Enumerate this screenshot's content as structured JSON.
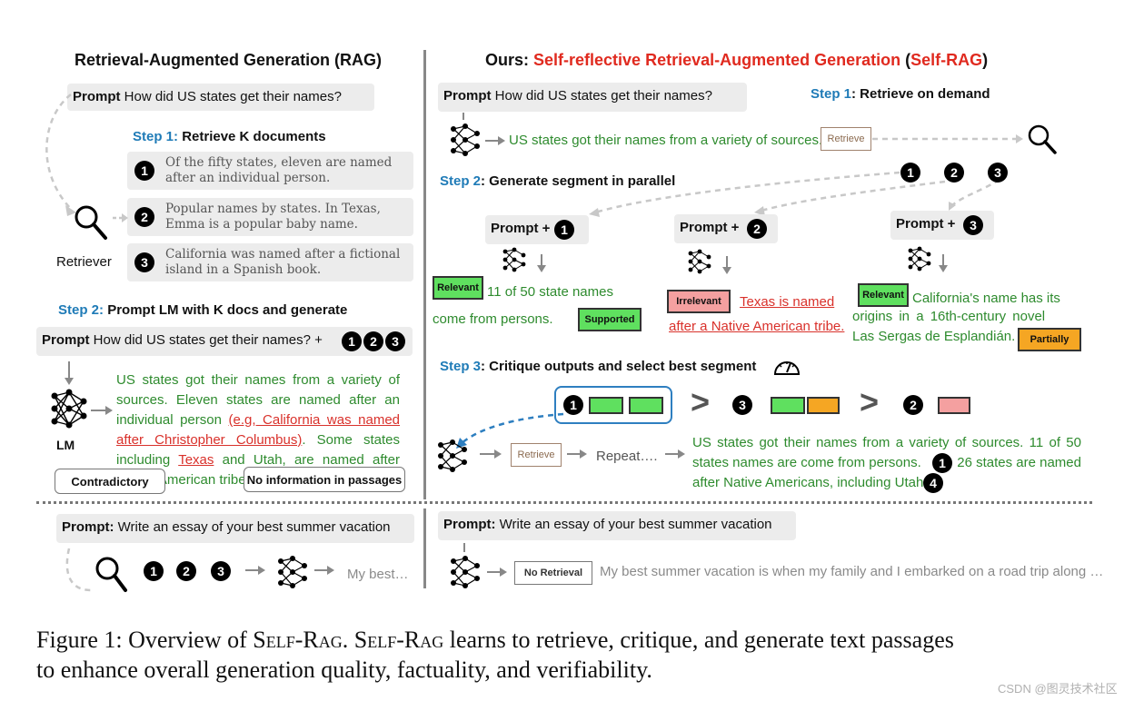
{
  "left": {
    "title": "Retrieval-Augmented Generation (RAG)",
    "prompt_label": "Prompt",
    "prompt_text": "How did US states get their names?",
    "step1_label": "Step 1:",
    "step1_text": "Retrieve K documents",
    "docs": [
      {
        "num": "1",
        "text": "Of the fifty states, eleven are named after an individual person."
      },
      {
        "num": "2",
        "text": "Popular names by states. In Texas, Emma is a popular baby name."
      },
      {
        "num": "3",
        "text": "California was named after a fictional island in a Spanish book."
      }
    ],
    "retriever_label": "Retriever",
    "step2_label": "Step 2:",
    "step2_text": "Prompt LM with K docs and generate",
    "prompt2_label": "Prompt",
    "prompt2_text": "How did US states get their names? +",
    "nums": [
      "1",
      "2",
      "3"
    ],
    "lm_label": "LM",
    "gen_line1": "US states got their names from a variety of",
    "gen_line2": "sources. Eleven states are named after an",
    "gen_line3a": "individual person ",
    "gen_line3b": "(e.g, California was named",
    "gen_line4a": "after Christopher Columbus)",
    "gen_line4b": ". Some states",
    "gen_line5a": "including ",
    "gen_line5b": "Texas",
    "gen_line5c": " and Utah, are named after",
    "gen_line6": "Native American tribe.",
    "callout_contradictory": "Contradictory",
    "callout_noinfo": "No information in passages",
    "bottom_prompt_label": "Prompt:",
    "bottom_prompt_text": "Write an essay of your best summer vacation",
    "bottom_output": "My best…"
  },
  "right": {
    "title_prefix": "Ours: ",
    "title_main": "Self-reflective Retrieval-Augmented Generation",
    "title_paren_open": " (",
    "title_abbrev": "Self-RAG",
    "title_paren_close": ")",
    "prompt_label": "Prompt",
    "prompt_text": "How did US states get their names?",
    "step1_label": "Step 1",
    "step1_text": ": Retrieve on demand",
    "first_output": "US states got their names from a variety of sources.",
    "retrieve_tag": "Retrieve",
    "nums": [
      "1",
      "2",
      "3"
    ],
    "step2_label": "Step 2",
    "step2_text": ": Generate segment in parallel",
    "prompt_plus": "Prompt +",
    "seg1_tag": "Relevant",
    "seg1_text_a": "11 of 50 state names",
    "seg1_text_b": "come from persons.",
    "seg1_support": "Supported",
    "seg2_tag": "Irrelevant",
    "seg2_text_a": "Texas is named",
    "seg2_text_b": "after a Native American tribe.",
    "seg3_tag": "Relevant",
    "seg3_text_a": "California's name has its",
    "seg3_text_b": "origins in a 16th-century novel",
    "seg3_text_c": "Las Sergas de Esplandián.",
    "seg3_support": "Partially",
    "step3_label": "Step 3",
    "step3_text": ": Critique outputs and select best segment",
    "gt": ">",
    "retrieve_tag2": "Retrieve",
    "repeat_text": "Repeat….",
    "final_line1": "US states got their names from a variety of sources. 11 of 50",
    "final_line2a": "states names are come from persons.",
    "final_line2b": "26 states are named",
    "final_line3": "after Native Americans, including Utah.",
    "final_num_a": "1",
    "final_num_b": "4",
    "bottom_prompt_label": "Prompt:",
    "bottom_prompt_text": "Write an essay of your best summer vacation",
    "no_retrieval_tag": "No Retrieval",
    "bottom_output": "My best summer vacation is when my family and I embarked on a road trip along …"
  },
  "caption": {
    "line1_a": "Figure 1: Overview of ",
    "line1_b": "Self-Rag",
    "line1_c": ". ",
    "line1_d": "Self-Rag",
    "line1_e": " learns to retrieve, critique, and generate text passages",
    "line2": "to enhance overall generation quality, factuality, and verifiability."
  },
  "watermark": "CSDN @图灵技术社区",
  "colors": {
    "accent_red": "#e02a1f",
    "step_blue": "#1f7bb7",
    "gen_green": "#2e8b2e",
    "tag_green": "#5fe05f",
    "tag_pink": "#f4a0a0",
    "tag_orange": "#f5a623"
  }
}
